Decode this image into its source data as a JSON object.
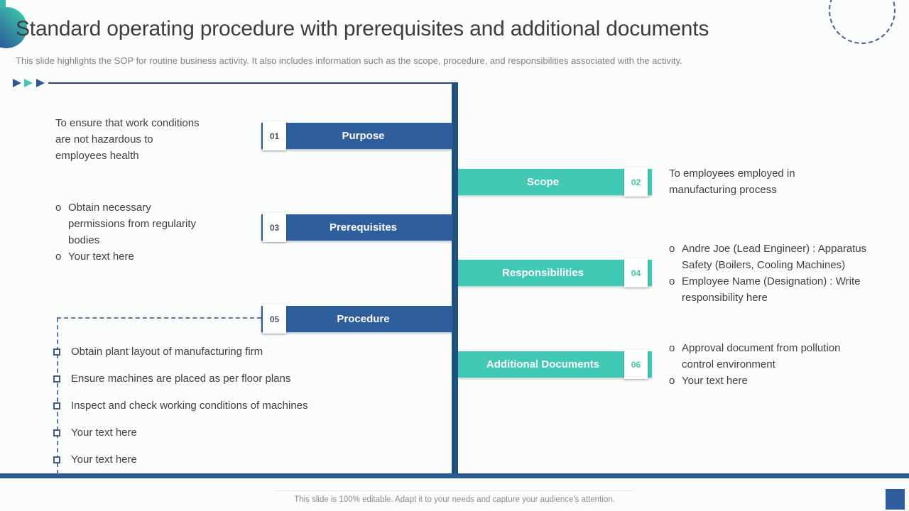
{
  "slide": {
    "title": "Standard operating procedure with prerequisites and additional documents",
    "subtitle": "This slide highlights the SOP for routine business activity. It also includes information such as the scope, procedure, and responsibilities associated with the activity.",
    "footer": "This slide is 100% editable. Adapt it to your needs and capture your audience's attention."
  },
  "colors": {
    "bar_blue": "#2f5e9d",
    "bar_teal": "#41c9b5",
    "center_bar_navy": "#1e527d",
    "bottom_bar_navy": "#2d5a92",
    "body_text": "#3f3f3f",
    "muted_text": "#818181"
  },
  "markers": {
    "bullet_glyph": "o"
  },
  "timeline": {
    "left_rows": [
      {
        "number": "01",
        "label": "Purpose"
      },
      {
        "number": "03",
        "label": "Prerequisites"
      },
      {
        "number": "05",
        "label": "Procedure"
      }
    ],
    "right_rows": [
      {
        "number": "02",
        "label": "Scope"
      },
      {
        "number": "04",
        "label": "Responsibilities"
      },
      {
        "number": "06",
        "label": "Additional Documents"
      }
    ]
  },
  "content": {
    "purpose_text": "To ensure that work conditions\nare not hazardous to\nemployees health",
    "scope_text": "To employees employed in\nmanufacturing process",
    "prerequisites_items": [
      "Obtain necessary\npermissions from regularity\nbodies",
      "Your text here"
    ],
    "responsibilities_items": [
      "Andre Joe (Lead Engineer) : Apparatus\nSafety (Boilers, Cooling Machines)",
      "Employee Name (Designation) : Write\nresponsibility here"
    ],
    "additional_documents_items": [
      "Approval document from pollution\ncontrol environment",
      "Your text here"
    ],
    "procedure_items": [
      "Obtain plant layout of manufacturing firm",
      "Ensure machines are placed as per floor plans",
      "Inspect and check working conditions of machines",
      "Your text here",
      "Your text here"
    ]
  }
}
